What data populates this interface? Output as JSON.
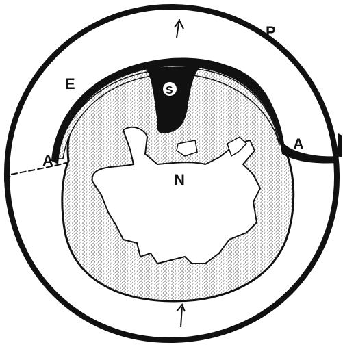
{
  "labels": {
    "p": "P",
    "e": "E",
    "a_left": "A",
    "a_right": "A",
    "s": "S",
    "n": "N"
  },
  "colors": {
    "outline": "#111111",
    "stipple": "#8a8a8a",
    "background": "#ffffff"
  }
}
